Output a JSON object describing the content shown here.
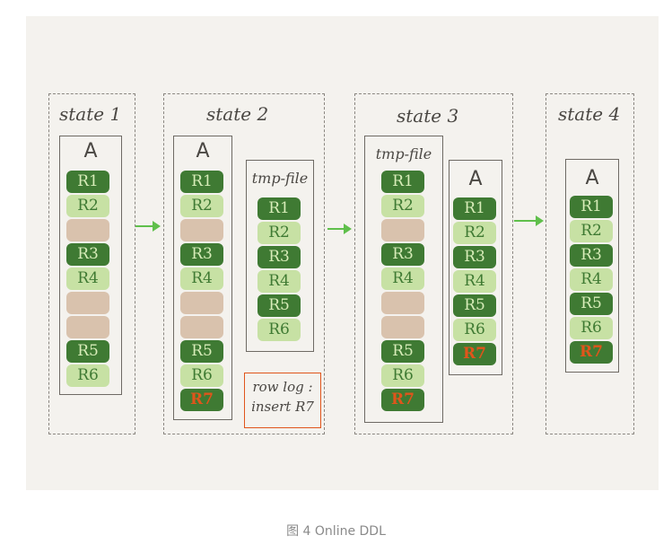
{
  "states": [
    {
      "label": "state 1",
      "tables": [
        {
          "name": "A",
          "rows": [
            {
              "type": "dark",
              "label": "R1"
            },
            {
              "type": "light",
              "label": "R2"
            },
            {
              "type": "empty",
              "label": ""
            },
            {
              "type": "dark",
              "label": "R3"
            },
            {
              "type": "light",
              "label": "R4"
            },
            {
              "type": "empty",
              "label": ""
            },
            {
              "type": "empty",
              "label": ""
            },
            {
              "type": "dark",
              "label": "R5"
            },
            {
              "type": "light",
              "label": "R6"
            }
          ]
        }
      ]
    },
    {
      "label": "state 2",
      "tables": [
        {
          "name": "A",
          "rows": [
            {
              "type": "dark",
              "label": "R1"
            },
            {
              "type": "light",
              "label": "R2"
            },
            {
              "type": "empty",
              "label": ""
            },
            {
              "type": "dark",
              "label": "R3"
            },
            {
              "type": "light",
              "label": "R4"
            },
            {
              "type": "empty",
              "label": ""
            },
            {
              "type": "empty",
              "label": ""
            },
            {
              "type": "dark",
              "label": "R5"
            },
            {
              "type": "light",
              "label": "R6"
            },
            {
              "type": "new",
              "label": "R7"
            }
          ]
        },
        {
          "name": "tmp-file",
          "rows": [
            {
              "type": "dark",
              "label": "R1"
            },
            {
              "type": "light",
              "label": "R2"
            },
            {
              "type": "dark",
              "label": "R3"
            },
            {
              "type": "light",
              "label": "R4"
            },
            {
              "type": "dark",
              "label": "R5"
            },
            {
              "type": "light",
              "label": "R6"
            }
          ]
        }
      ],
      "rowlog": [
        "row log :",
        "insert R7"
      ]
    },
    {
      "label": "state 3",
      "tables": [
        {
          "name": "tmp-file",
          "rows": [
            {
              "type": "dark",
              "label": "R1"
            },
            {
              "type": "light",
              "label": "R2"
            },
            {
              "type": "empty",
              "label": ""
            },
            {
              "type": "dark",
              "label": "R3"
            },
            {
              "type": "light",
              "label": "R4"
            },
            {
              "type": "empty",
              "label": ""
            },
            {
              "type": "empty",
              "label": ""
            },
            {
              "type": "dark",
              "label": "R5"
            },
            {
              "type": "light",
              "label": "R6"
            },
            {
              "type": "new",
              "label": "R7"
            }
          ]
        },
        {
          "name": "A",
          "rows": [
            {
              "type": "dark",
              "label": "R1"
            },
            {
              "type": "light",
              "label": "R2"
            },
            {
              "type": "dark",
              "label": "R3"
            },
            {
              "type": "light",
              "label": "R4"
            },
            {
              "type": "dark",
              "label": "R5"
            },
            {
              "type": "light",
              "label": "R6"
            },
            {
              "type": "new",
              "label": "R7"
            }
          ]
        }
      ]
    },
    {
      "label": "state 4",
      "tables": [
        {
          "name": "A",
          "rows": [
            {
              "type": "dark",
              "label": "R1"
            },
            {
              "type": "light",
              "label": "R2"
            },
            {
              "type": "dark",
              "label": "R3"
            },
            {
              "type": "light",
              "label": "R4"
            },
            {
              "type": "dark",
              "label": "R5"
            },
            {
              "type": "light",
              "label": "R6"
            },
            {
              "type": "new",
              "label": "R7"
            }
          ]
        }
      ]
    }
  ],
  "caption": "图 4 Online DDL",
  "colors": {
    "row_dark": "#3f7a33",
    "row_light": "#c7e1a4",
    "row_empty": "#d9c2ad",
    "new_row_text": "#e0551b",
    "arrow": "#5fbf4b",
    "rowlog_border": "#e0551b"
  }
}
